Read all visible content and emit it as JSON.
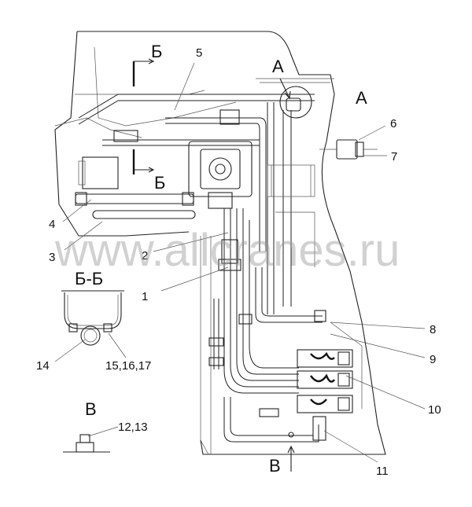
{
  "views": {
    "section_b": "Б",
    "view_a_callout": "А",
    "view_a_title": "А",
    "section_bb_title": "Б-Б",
    "view_v_title": "В",
    "view_v_arrow": "В"
  },
  "callouts": {
    "c1": "1",
    "c2": "2",
    "c3": "3",
    "c4": "4",
    "c5": "5",
    "c6": "6",
    "c7": "7",
    "c8": "8",
    "c9": "9",
    "c10": "10",
    "c11": "11",
    "c12_13": "12,13",
    "c14": "14",
    "c15_17": "15,16,17"
  },
  "watermark": "www.allcranes.ru"
}
